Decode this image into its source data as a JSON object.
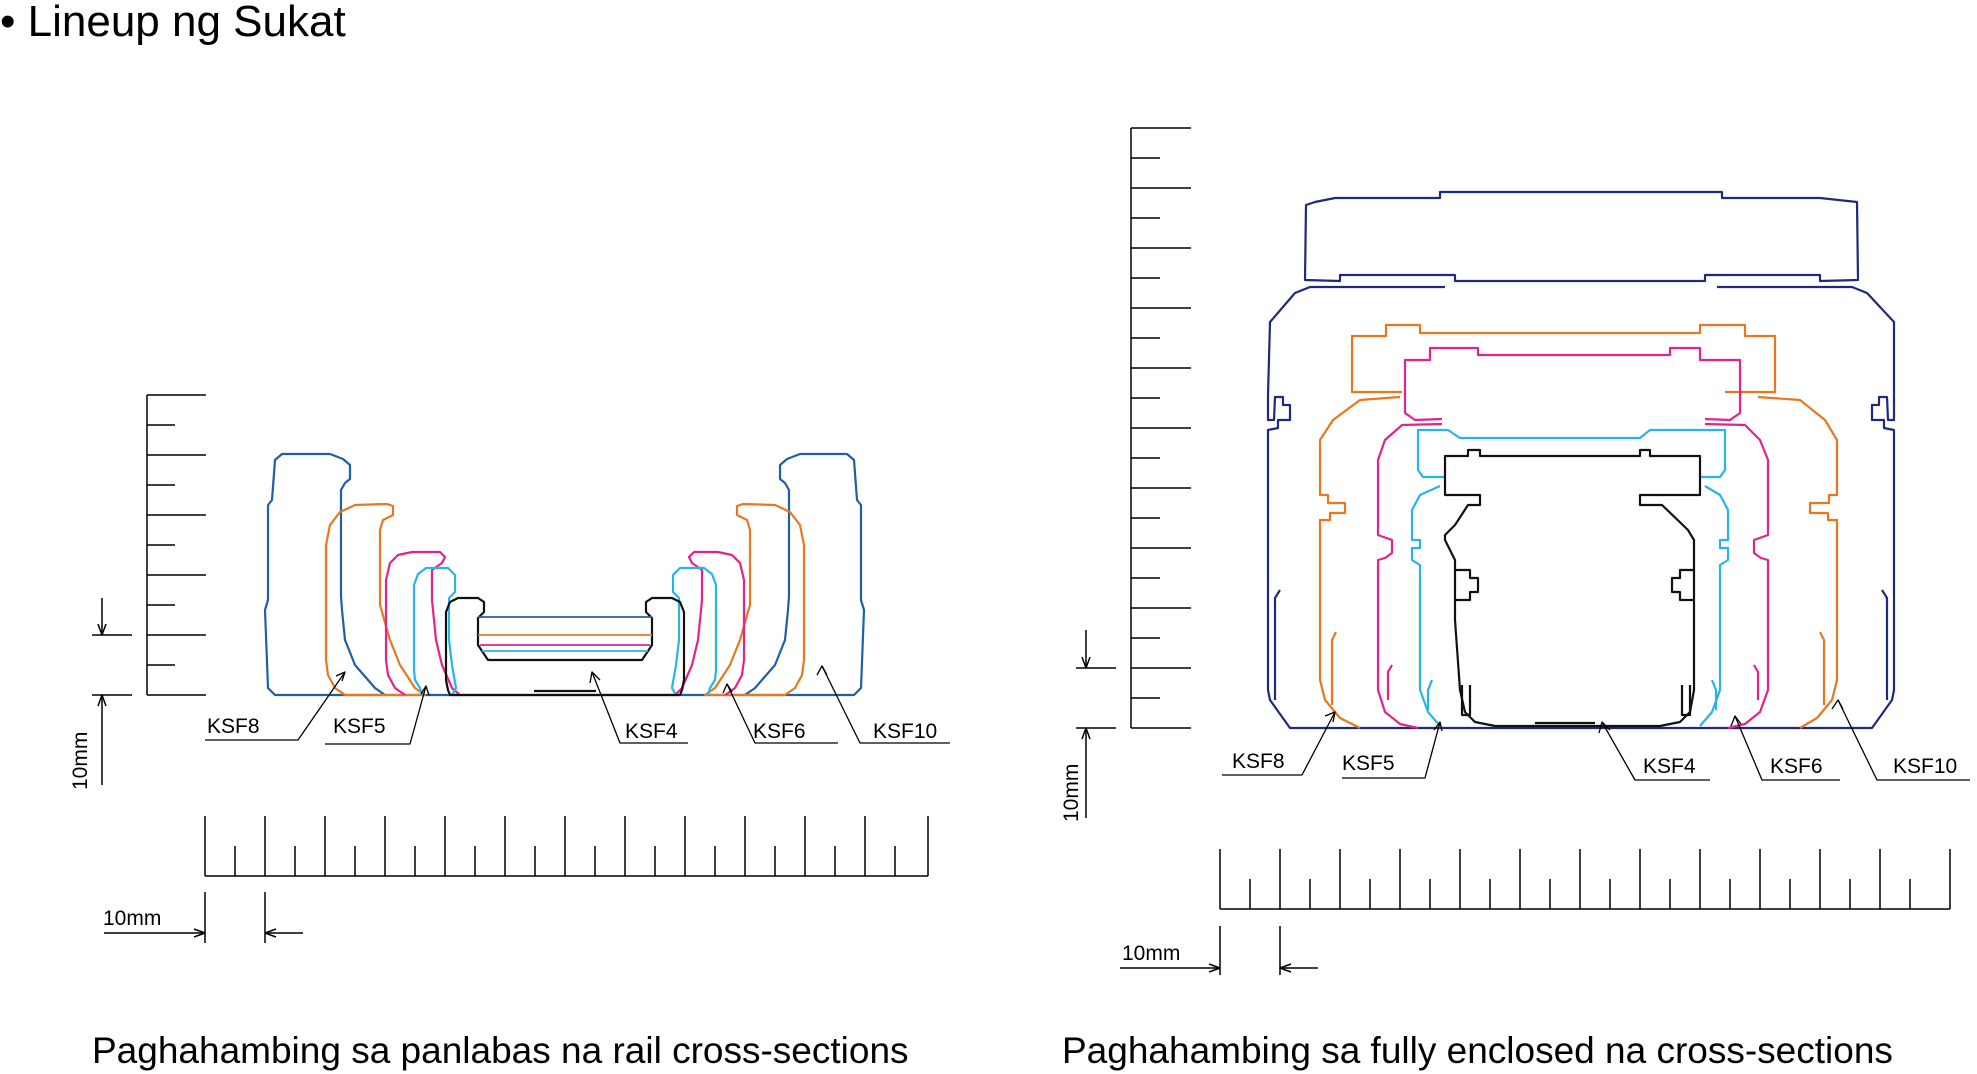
{
  "title": "• Lineup ng Sukat",
  "colors": {
    "KSF10": "#1f5fa8",
    "KSF10_enclosed": "#1f2a7a",
    "KSF8": "#e8771f",
    "KSF5": "#e0248c",
    "KSF6": "#28b4e6",
    "KSF4": "#111111"
  },
  "left_panel": {
    "caption": "Paghahambing sa panlabas na rail cross-sections",
    "scale_label_v": "10mm",
    "scale_label_h": "10mm",
    "labels": {
      "ksf8": "KSF8",
      "ksf5": "KSF5",
      "ksf4": "KSF4",
      "ksf6": "KSF6",
      "ksf10": "KSF10"
    }
  },
  "right_panel": {
    "caption": "Paghahambing sa fully enclosed na cross-sections",
    "scale_label_v": "10mm",
    "scale_label_h": "10mm",
    "labels": {
      "ksf8": "KSF8",
      "ksf5": "KSF5",
      "ksf4": "KSF4",
      "ksf6": "KSF6",
      "ksf10": "KSF10"
    }
  }
}
